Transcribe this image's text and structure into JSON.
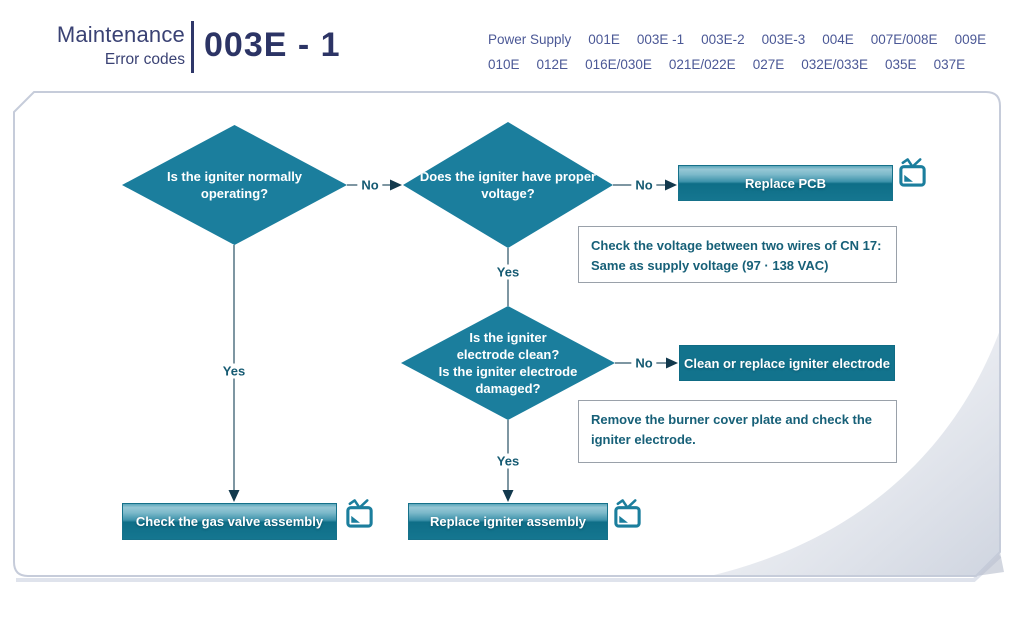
{
  "header": {
    "section": "Maintenance",
    "subsection": "Error codes",
    "code": "003E - 1"
  },
  "nav": {
    "row1": [
      "Power Supply",
      "001E",
      "003E -1",
      "003E-2",
      "003E-3",
      "004E",
      "007E/008E",
      "009E"
    ],
    "row2": [
      "010E",
      "012E",
      "016E/030E",
      "021E/022E",
      "027E",
      "032E/033E",
      "035E",
      "037E"
    ]
  },
  "flowchart": {
    "labels": {
      "yes": "Yes",
      "no": "No"
    },
    "decisions": [
      {
        "lines": [
          "Is the igniter normally",
          "operating?"
        ]
      },
      {
        "lines": [
          "Does the igniter have proper",
          "voltage?"
        ]
      },
      {
        "lines": [
          "Is the igniter",
          "electrode clean?",
          "Is the igniter electrode",
          "damaged?"
        ]
      }
    ],
    "actions": [
      {
        "label": "Replace PCB"
      },
      {
        "label": "Clean or replace igniter electrode"
      },
      {
        "label": "Check the gas valve assembly"
      },
      {
        "label": "Replace igniter assembly"
      }
    ],
    "notes": [
      {
        "lines": [
          "Check the voltage between two wires of CN 17:",
          "Same as supply voltage (97 · 138 VAC)"
        ]
      },
      {
        "lines": [
          "Remove the burner cover plate and check the",
          "igniter electrode."
        ]
      }
    ]
  },
  "icons": {
    "video": "tv-video-link-icon"
  },
  "colors": {
    "teal": "#1b7e9d",
    "teal_dark": "#12738d",
    "navy": "#2c3465",
    "nav_blue": "#4b5896",
    "note_text": "#176078",
    "line": "#7e96a2",
    "arrow": "#12394d",
    "card_border": "#c6ccda"
  }
}
